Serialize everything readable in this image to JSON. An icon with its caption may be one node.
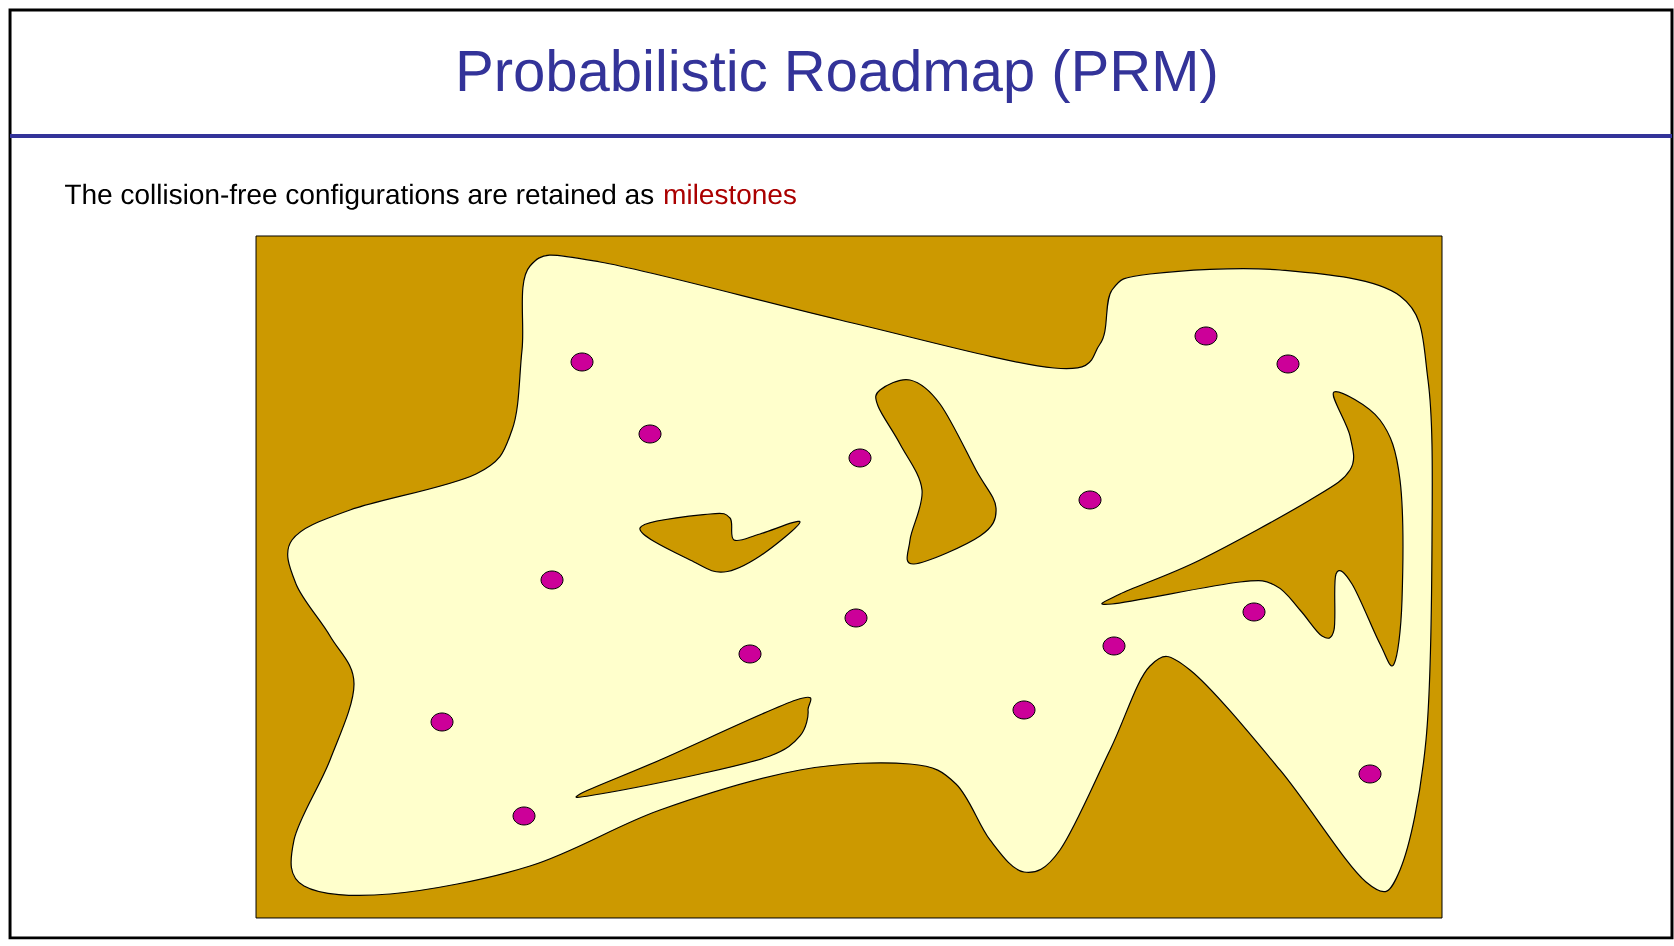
{
  "diagram": {
    "title": "Probabilistic Roadmap (PRM)",
    "labels": [
      "The collision-free configurations are retained as",
      "milestones"
    ]
  }
}
